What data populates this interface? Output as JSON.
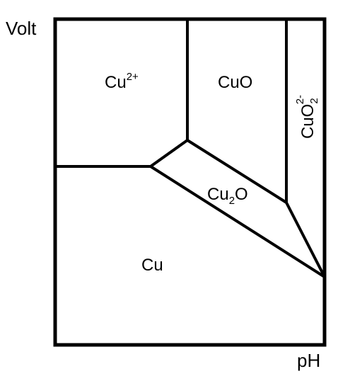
{
  "axes": {
    "y_label": "Volt",
    "x_label": "pH"
  },
  "regions": {
    "cu2plus": {
      "base": "Cu",
      "superscript": "2+"
    },
    "cuo": {
      "text": "CuO"
    },
    "cuo2": {
      "base": "CuO",
      "subscript": "2",
      "superscript": "2-"
    },
    "cu2o": {
      "base": "Cu",
      "subscript": "2",
      "tail": "O"
    },
    "cu": {
      "text": "Cu"
    }
  },
  "colors": {
    "line": "#000000",
    "background": "#ffffff"
  }
}
